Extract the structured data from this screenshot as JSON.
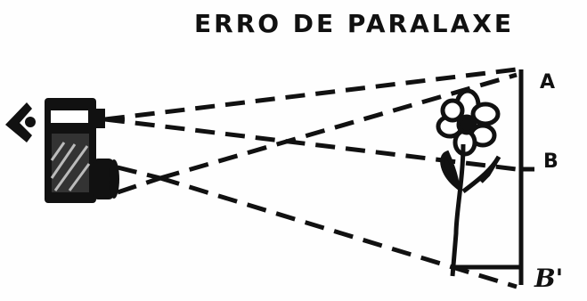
{
  "title": "ERRO DE PARALAXE",
  "labels": {
    "a": "A",
    "b": "B",
    "b_prime": "B'"
  },
  "icons": {
    "eye": "eye-icon",
    "camera": "camera-icon",
    "flower": "flower-icon"
  },
  "colors": {
    "ink": "#111111",
    "paper": "#fefefe"
  }
}
